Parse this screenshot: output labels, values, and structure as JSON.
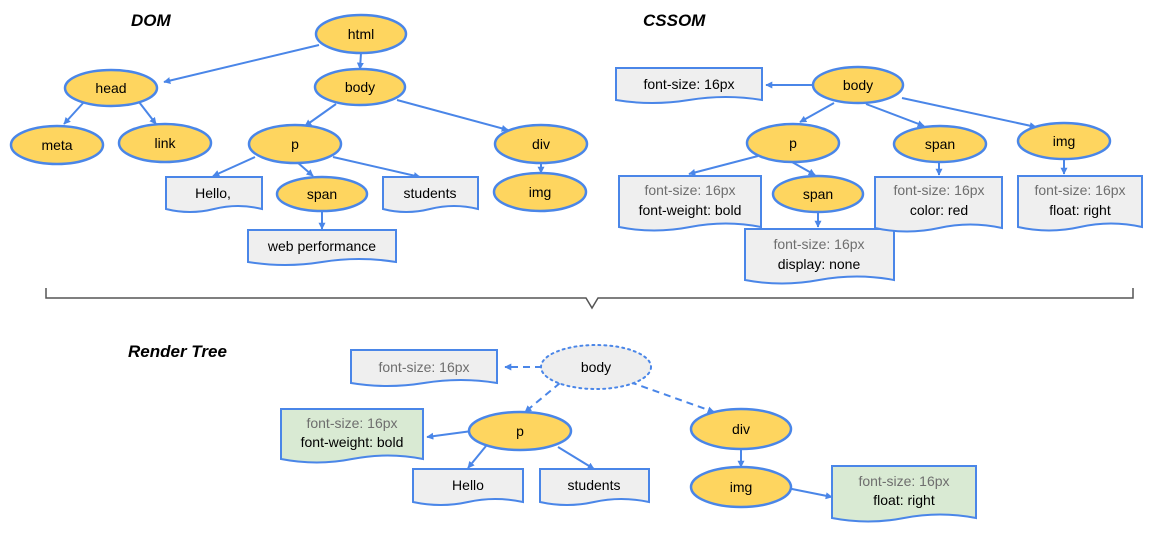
{
  "titles": {
    "dom": "DOM",
    "cssom": "CSSOM",
    "render_tree": "Render Tree"
  },
  "dom": {
    "html": "html",
    "head": "head",
    "body": "body",
    "meta": "meta",
    "link": "link",
    "p": "p",
    "div": "div",
    "span": "span",
    "img": "img",
    "text_hello": "Hello,",
    "text_students": "students",
    "text_web_performance": "web performance"
  },
  "cssom": {
    "body": "body",
    "p": "p",
    "span_top": "span",
    "img": "img",
    "span_child": "span",
    "body_style": "font-size: 16px",
    "p_style_1": "font-size: 16px",
    "p_style_2": "font-weight: bold",
    "span_child_style_1": "font-size: 16px",
    "span_child_style_2": "display: none",
    "span_top_style_1": "font-size: 16px",
    "span_top_style_2": "color: red",
    "img_style_1": "font-size: 16px",
    "img_style_2": "float: right"
  },
  "render_tree": {
    "body": "body",
    "p": "p",
    "div": "div",
    "img": "img",
    "body_style": "font-size: 16px",
    "p_style_1": "font-size: 16px",
    "p_style_2": "font-weight: bold",
    "text_hello": "Hello",
    "text_students": "students",
    "img_style_1": "font-size: 16px",
    "img_style_2": "float: right"
  },
  "colors": {
    "node_fill": "#fed55f",
    "node_stroke": "#4a86e8",
    "style_box_fill": "#efefef",
    "render_style_box_fill": "#d9ead3",
    "muted_text": "#6e6e6e"
  }
}
